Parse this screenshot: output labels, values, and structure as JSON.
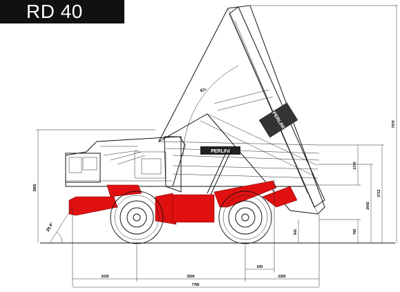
{
  "model": "RD 40",
  "colors": {
    "accent": "#e01010",
    "badge_bg": "#111111",
    "line": "#111111"
  },
  "body_lettering": "PERLINI",
  "dimensions": {
    "front_overhang": "2035",
    "wheelbase": "3500",
    "rear_overhang": "2250",
    "overall_length": "7785",
    "rear_offset": "630",
    "overall_height_raised": "7870",
    "cab_height": "3865",
    "loading_height": "3712",
    "body_height": "2642",
    "dump_height": "1370",
    "ground_clearance": "841",
    "rear_clearance": "768",
    "dump_angle": "67°",
    "approach_angle": "29.4°"
  }
}
